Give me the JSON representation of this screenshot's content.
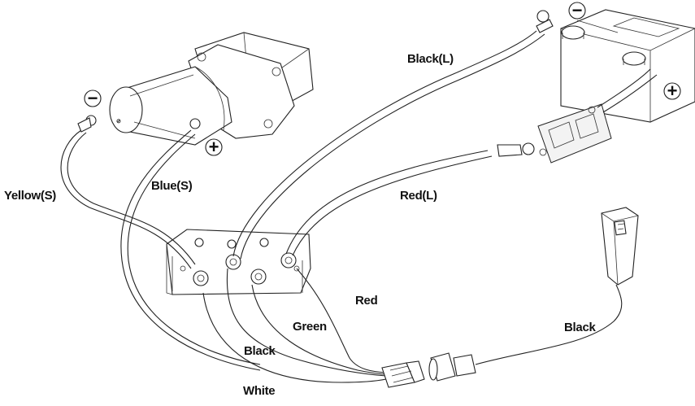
{
  "labels": {
    "black_l": "Black(L)",
    "red_l": "Red(L)",
    "yellow_s": "Yellow(S)",
    "blue_s": "Blue(S)",
    "red": "Red",
    "green": "Green",
    "black_ctrl": "Black",
    "white": "White",
    "black_remote": "Black"
  },
  "symbols": {
    "minus": "−",
    "plus": "+"
  }
}
